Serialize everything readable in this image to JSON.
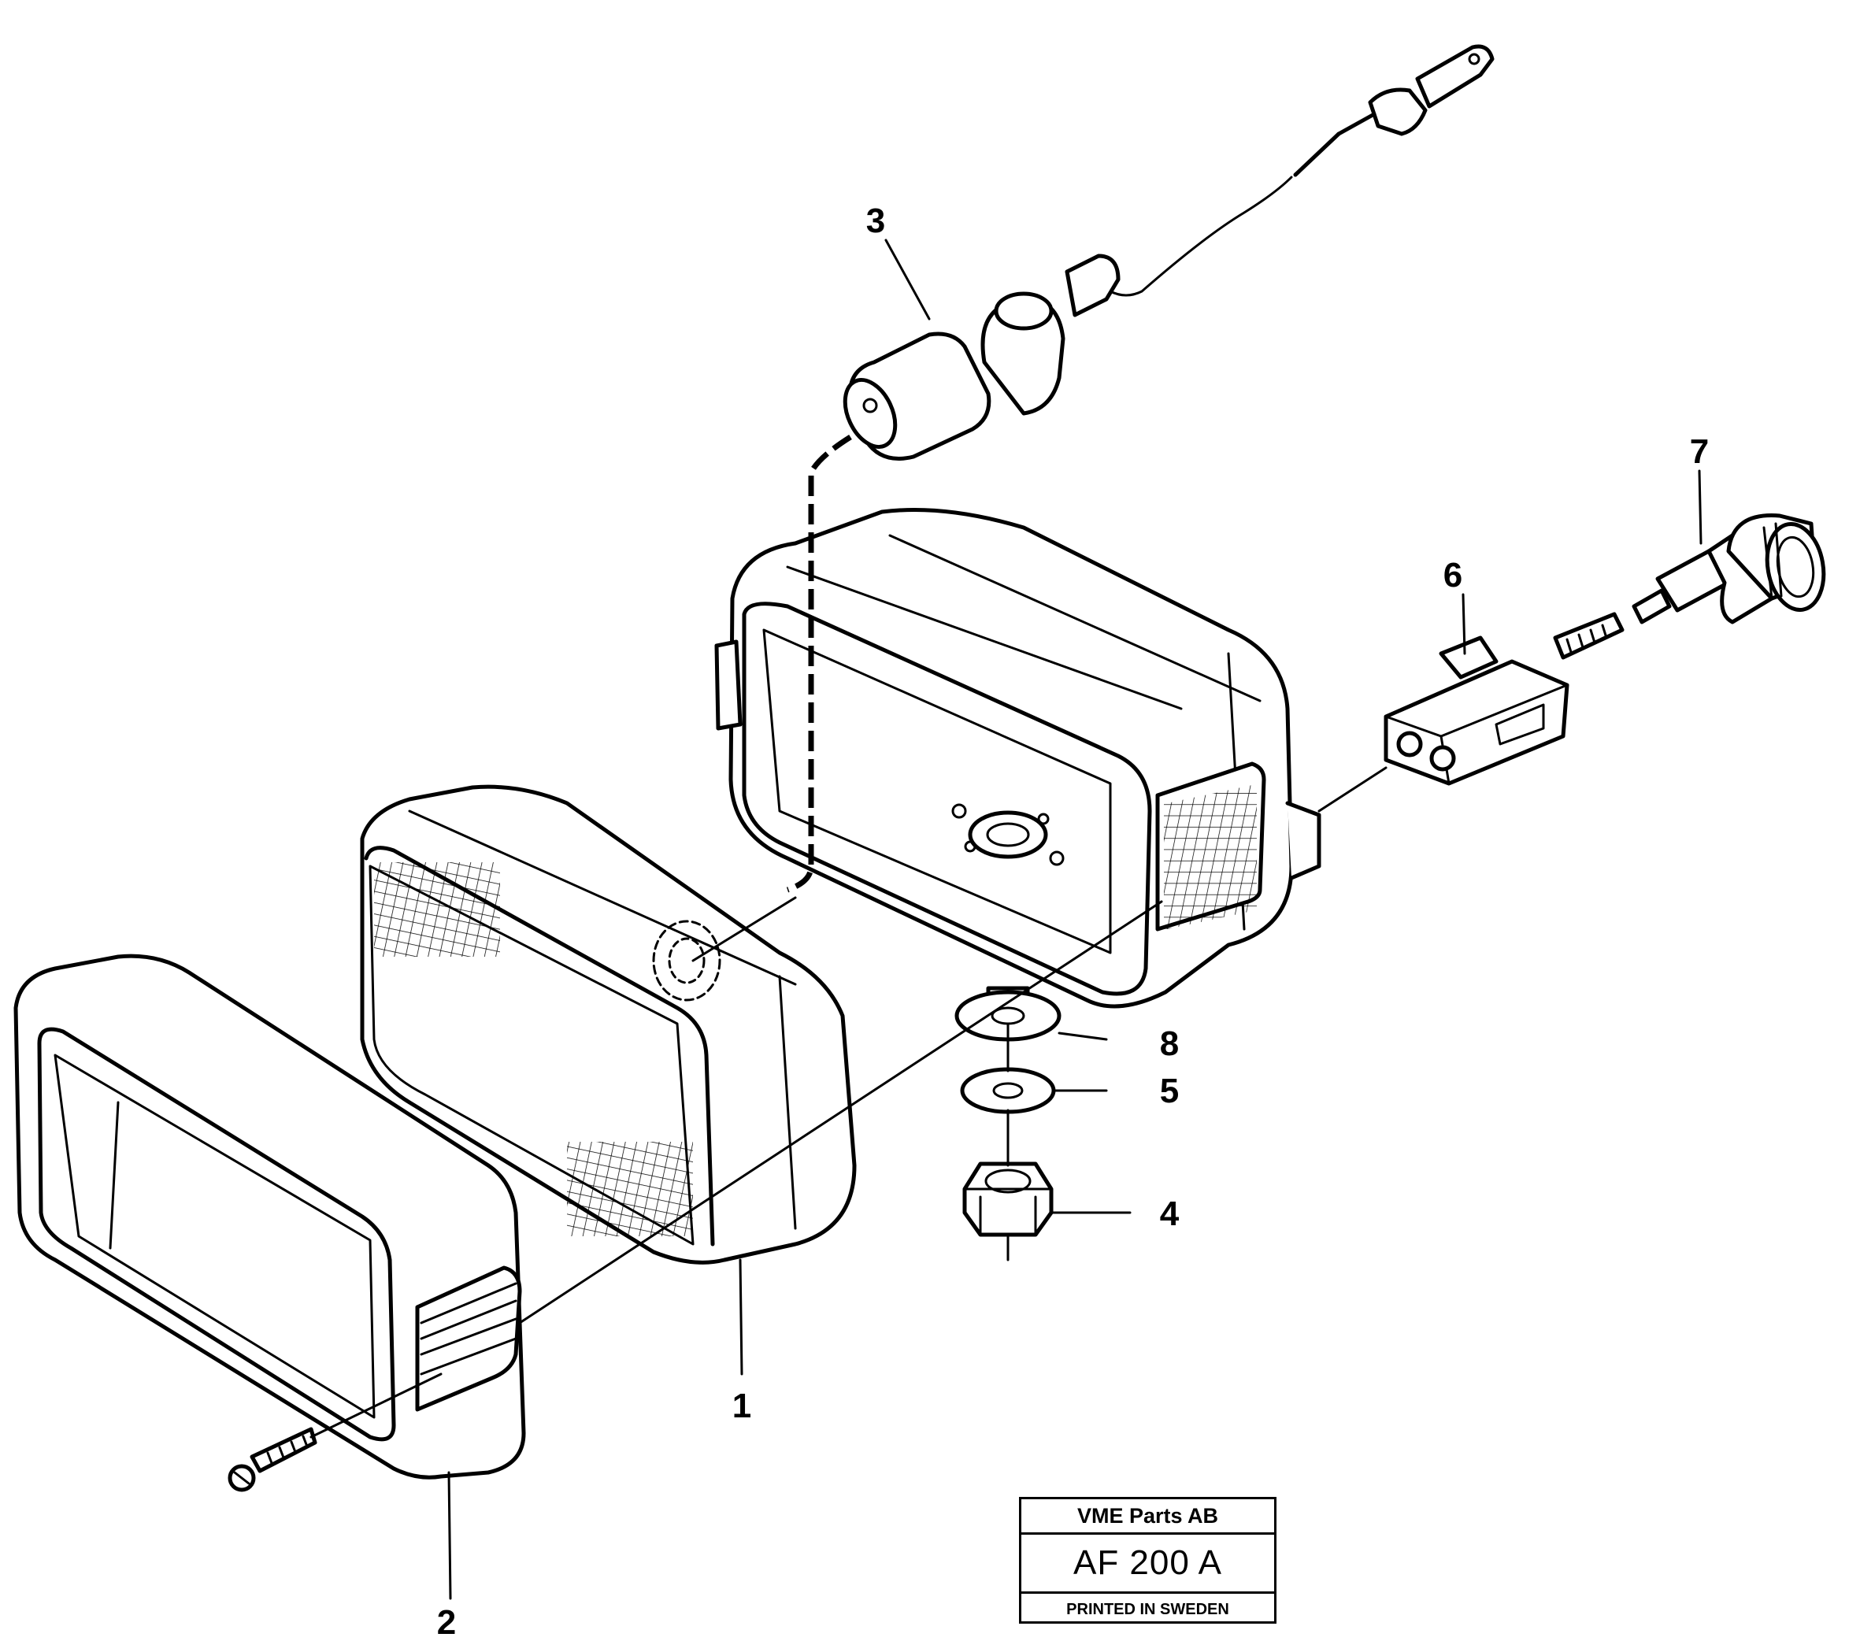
{
  "callouts": [
    {
      "id": "1",
      "label": "1"
    },
    {
      "id": "2",
      "label": "2"
    },
    {
      "id": "3",
      "label": "3"
    },
    {
      "id": "4",
      "label": "4"
    },
    {
      "id": "5",
      "label": "5"
    },
    {
      "id": "6",
      "label": "6"
    },
    {
      "id": "7",
      "label": "7"
    },
    {
      "id": "8",
      "label": "8"
    }
  ],
  "title_block": {
    "company": "VME Parts AB",
    "code": "AF 200 A",
    "printed": "PRINTED IN SWEDEN"
  }
}
